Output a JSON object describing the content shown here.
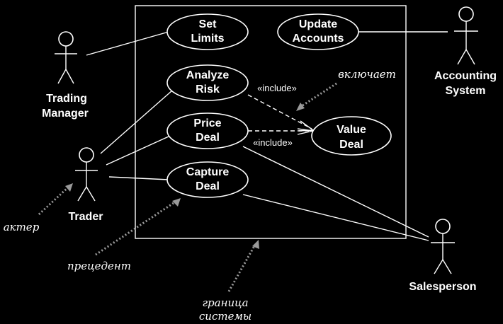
{
  "use_cases": {
    "set_limits": [
      "Set",
      "Limits"
    ],
    "update_accounts": [
      "Update",
      "Accounts"
    ],
    "analyze_risk": [
      "Analyze",
      "Risk"
    ],
    "price_deal": [
      "Price",
      "Deal"
    ],
    "capture_deal": [
      "Capture",
      "Deal"
    ],
    "value_deal": [
      "Value",
      "Deal"
    ]
  },
  "actors": {
    "trading_manager": [
      "Trading",
      "Manager"
    ],
    "accounting_system": [
      "Accounting",
      "System"
    ],
    "trader": [
      "Trader"
    ],
    "salesperson": [
      "Salesperson"
    ]
  },
  "relations": {
    "include_1": "«include»",
    "include_2": "«include»"
  },
  "annotations": {
    "includes_note": "включает",
    "actor_note": "актер",
    "use_case_note": "прецедент",
    "boundary_note": [
      "граница",
      "системы"
    ]
  },
  "colors": {
    "background": "#000000",
    "foreground": "#ffffff",
    "annotation_arrow": "#9a9a9a"
  }
}
